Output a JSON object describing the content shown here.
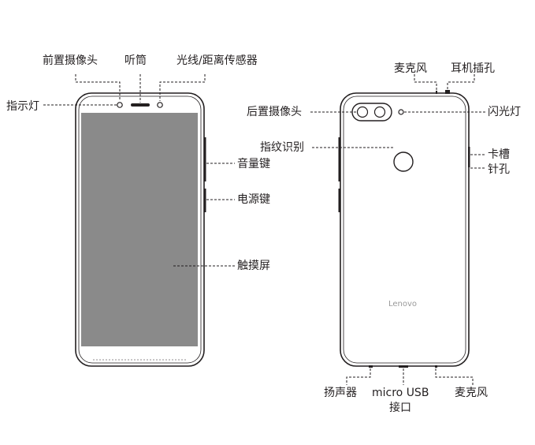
{
  "front": {
    "labels": {
      "front_camera": "前置摄像头",
      "earpiece": "听筒",
      "light_proximity_sensor": "光线/距离传感器",
      "indicator_light": "指示灯",
      "volume_key": "音量键",
      "power_key": "电源键",
      "touchscreen": "触摸屏"
    }
  },
  "back": {
    "labels": {
      "microphone_top": "麦克风",
      "headset_jack": "耳机插孔",
      "rear_camera": "后置摄像头",
      "flash": "闪光灯",
      "fingerprint": "指纹识别",
      "sim_tray": "卡槽",
      "pin_hole": "针孔",
      "speaker": "扬声器",
      "micro_usb": "micro USB",
      "micro_usb_sub": "接口",
      "microphone_bottom": "麦克风"
    },
    "brand": "Lenovo"
  },
  "colors": {
    "outline": "#231f20",
    "screen": "#8a8a8a",
    "leader": "#231f20",
    "brand_text": "#9a9a9a"
  }
}
